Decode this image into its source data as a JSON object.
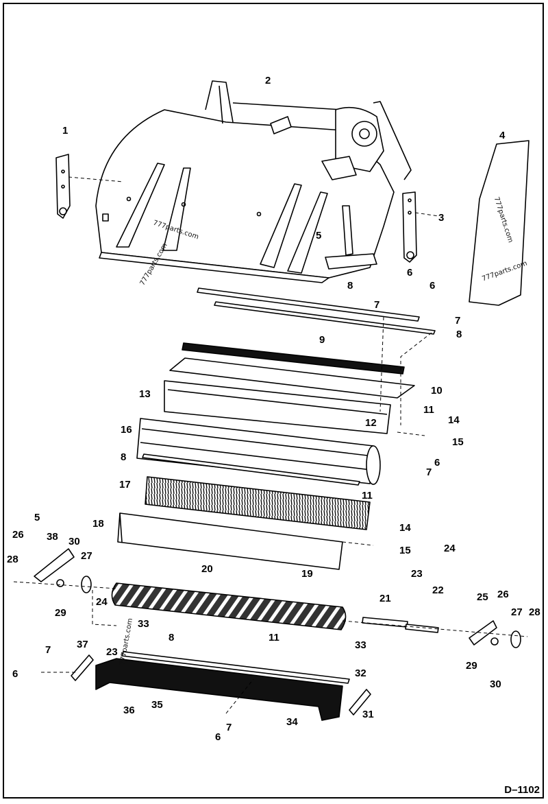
{
  "drawing_code": "D–1102",
  "watermark": "777parts.com",
  "callouts": [
    "1",
    "2",
    "3",
    "4",
    "5",
    "6",
    "7",
    "8",
    "9",
    "10",
    "11",
    "12",
    "13",
    "14",
    "15",
    "16",
    "17",
    "18",
    "19",
    "20",
    "21",
    "22",
    "23",
    "24",
    "25",
    "26",
    "27",
    "28",
    "29",
    "30",
    "31",
    "32",
    "33",
    "34",
    "35",
    "36",
    "37",
    "38"
  ],
  "colors": {
    "ink": "#000000",
    "paper": "#ffffff",
    "part_fill": "#ffffff",
    "brush_fill": "#1a1a1a"
  },
  "icons": [
    "leader-line",
    "bolt-icon",
    "nut-icon",
    "washer-icon"
  ]
}
